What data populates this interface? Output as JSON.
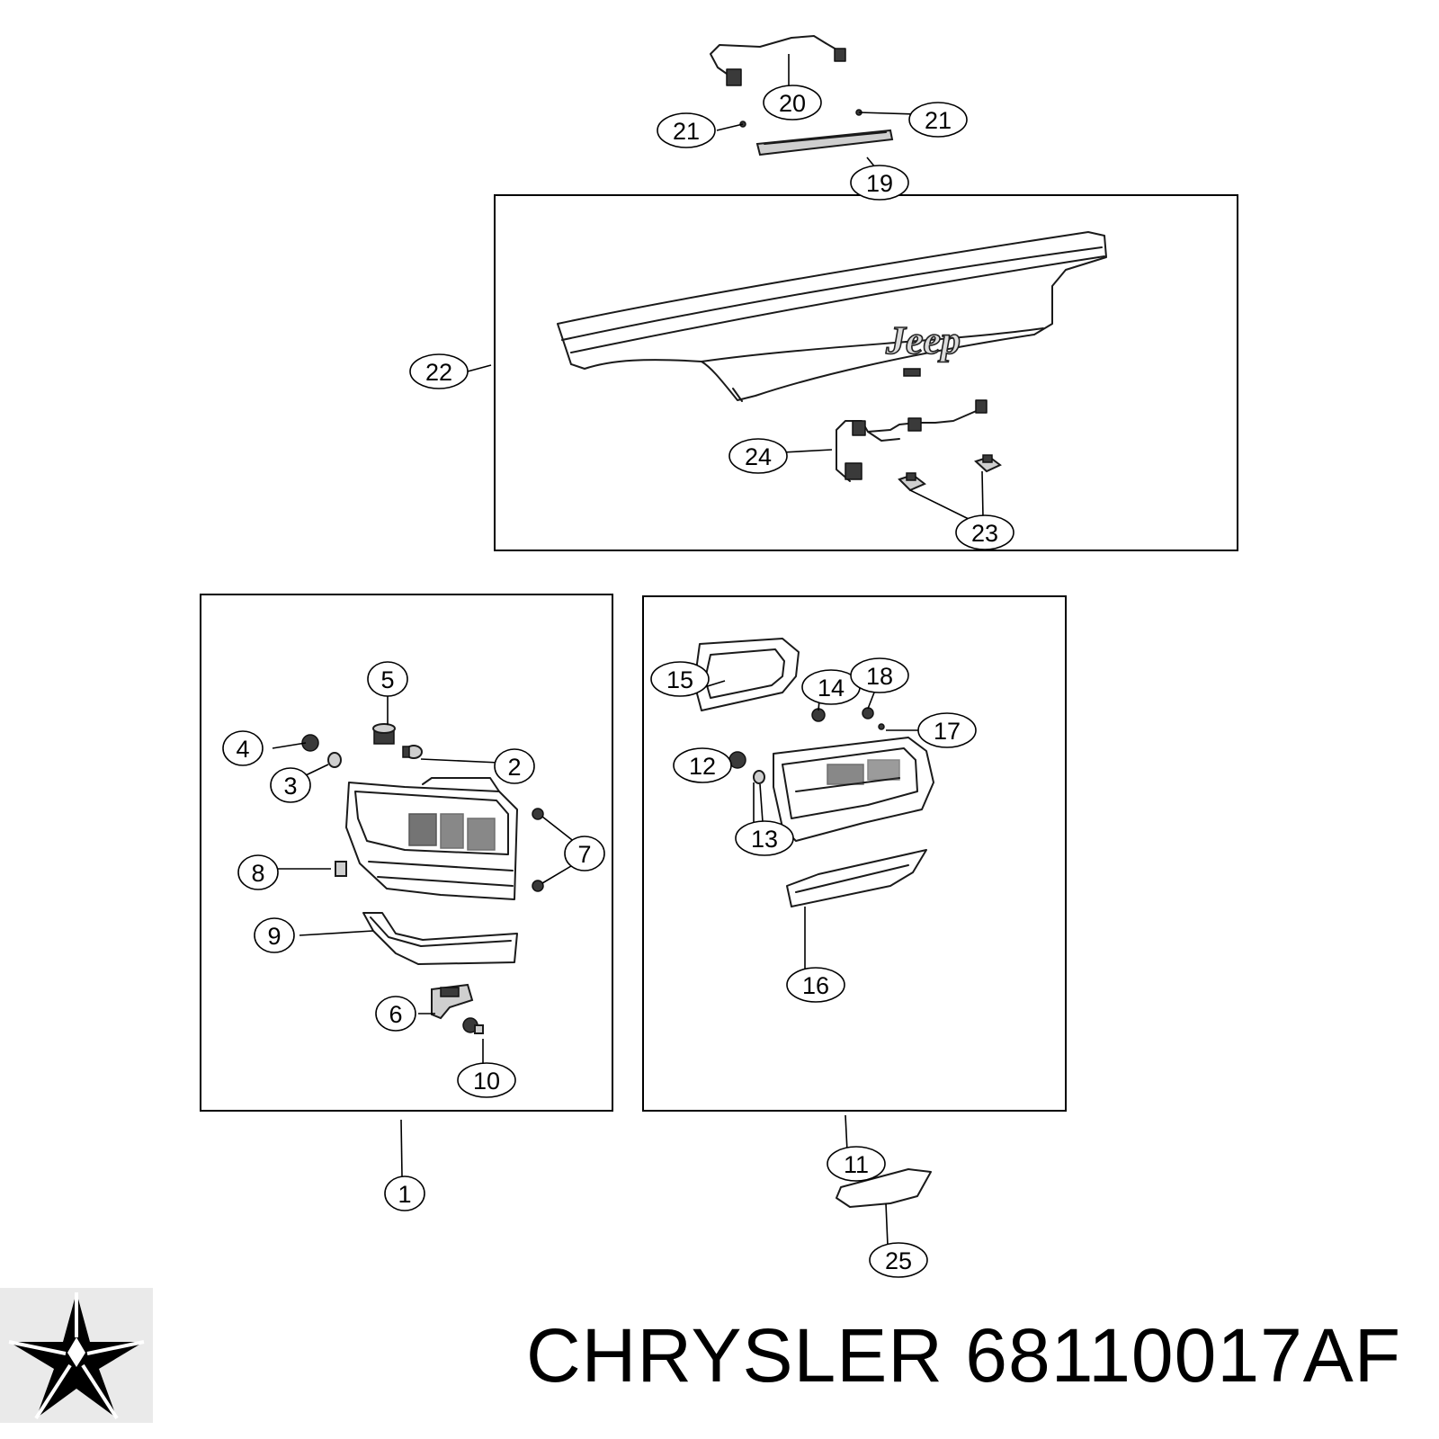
{
  "caption": {
    "brand": "CHRYSLER",
    "part_number": "68110017AF"
  },
  "emblem_text": "Jeep",
  "callouts": [
    {
      "label": "20"
    },
    {
      "label": "21"
    },
    {
      "label": "21"
    },
    {
      "label": "19"
    },
    {
      "label": "22"
    },
    {
      "label": "24"
    },
    {
      "label": "23"
    },
    {
      "label": "5"
    },
    {
      "label": "4"
    },
    {
      "label": "2"
    },
    {
      "label": "3"
    },
    {
      "label": "7"
    },
    {
      "label": "8"
    },
    {
      "label": "9"
    },
    {
      "label": "6"
    },
    {
      "label": "10"
    },
    {
      "label": "1"
    },
    {
      "label": "15"
    },
    {
      "label": "14"
    },
    {
      "label": "18"
    },
    {
      "label": "17"
    },
    {
      "label": "12"
    },
    {
      "label": "13"
    },
    {
      "label": "16"
    },
    {
      "label": "11"
    },
    {
      "label": "25"
    }
  ]
}
